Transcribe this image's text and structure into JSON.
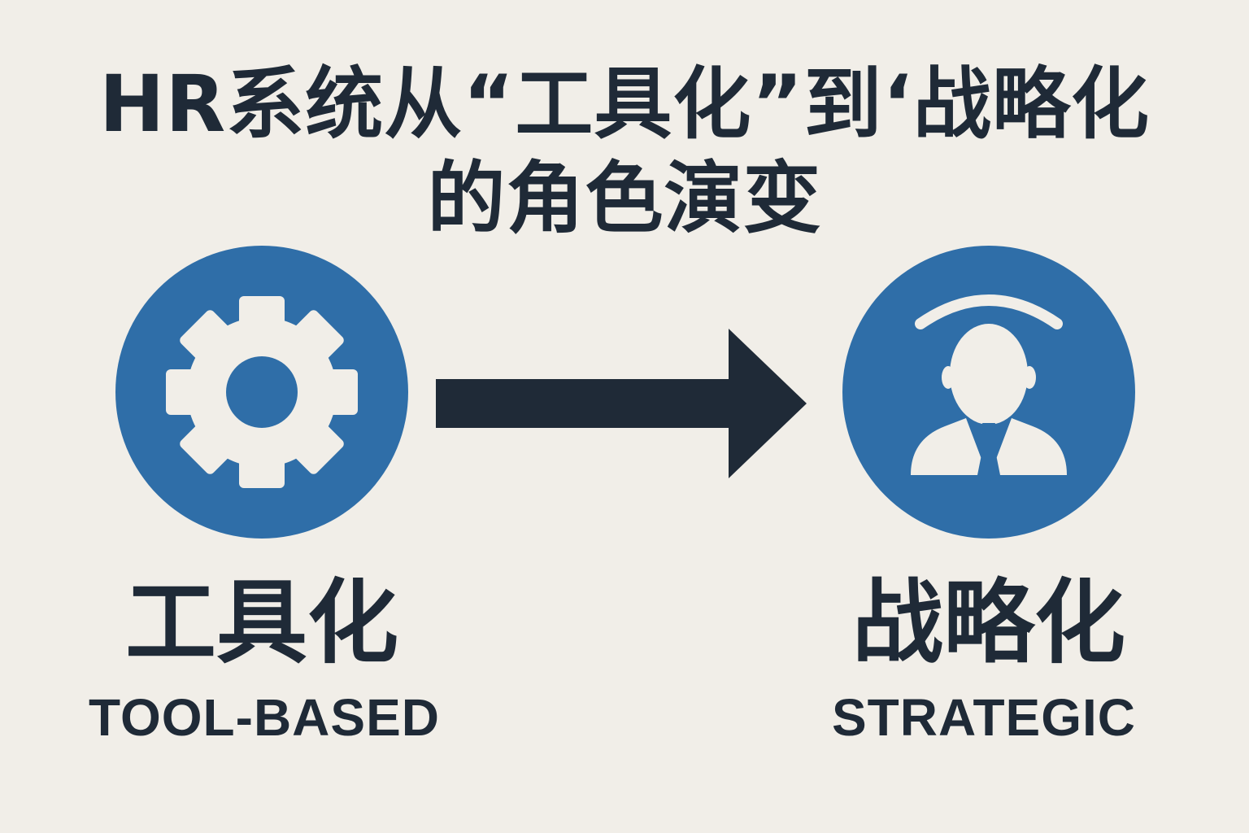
{
  "title": {
    "line1": "HR系统从“工具化”到‘战略化",
    "line2": "的角色演变"
  },
  "left": {
    "label_cn": "工具化",
    "label_en": "TOOL-BASED",
    "icon": "gear-icon"
  },
  "right": {
    "label_cn": "战略化",
    "label_en": "STRATEGIC",
    "icon": "businessperson-icon"
  },
  "connector": {
    "icon": "arrow-right-icon"
  },
  "colors": {
    "background": "#f1eee8",
    "circle": "#2f6ea8",
    "text": "#1f2a37",
    "icon": "#f1eee8"
  }
}
